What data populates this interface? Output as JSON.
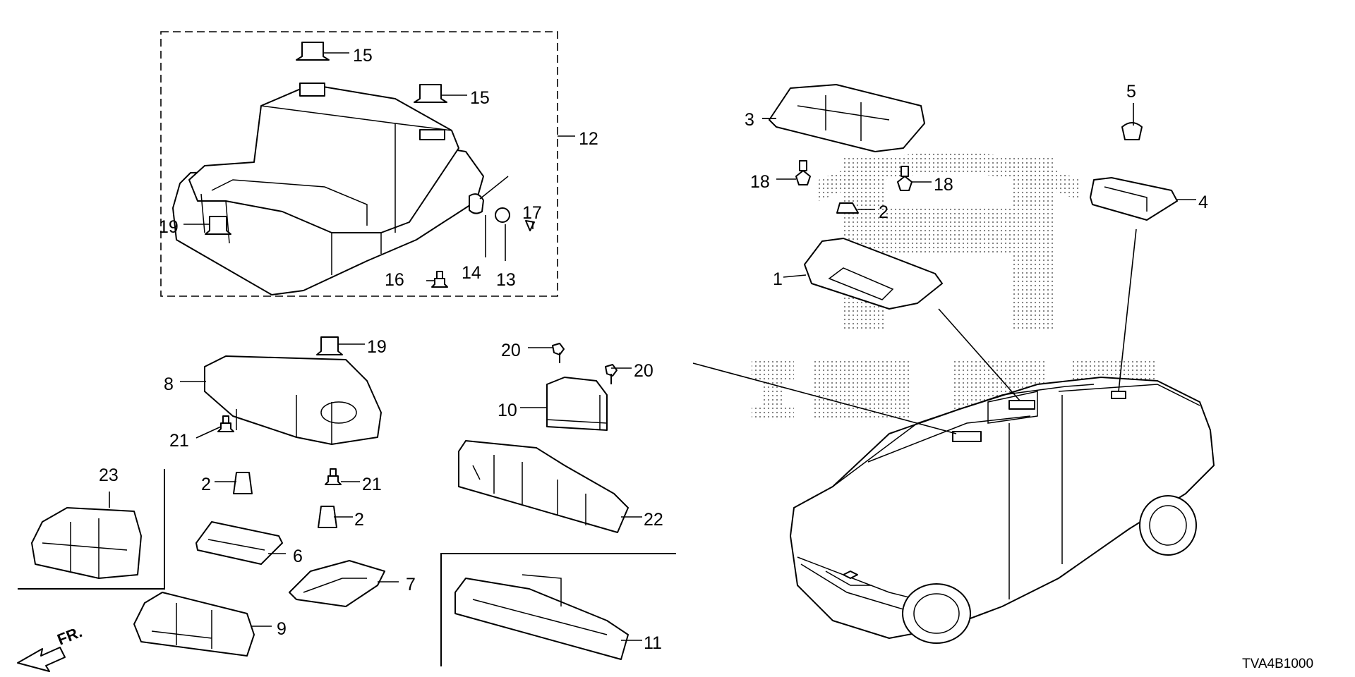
{
  "diagram": {
    "code": "TVA4B1000",
    "front_label": "FR.",
    "callouts": [
      {
        "id": "c1",
        "text": "1"
      },
      {
        "id": "c2a",
        "text": "2"
      },
      {
        "id": "c2b",
        "text": "2"
      },
      {
        "id": "c2c",
        "text": "2"
      },
      {
        "id": "c3",
        "text": "3"
      },
      {
        "id": "c4",
        "text": "4"
      },
      {
        "id": "c5",
        "text": "5"
      },
      {
        "id": "c6",
        "text": "6"
      },
      {
        "id": "c7",
        "text": "7"
      },
      {
        "id": "c8",
        "text": "8"
      },
      {
        "id": "c9",
        "text": "9"
      },
      {
        "id": "c10",
        "text": "10"
      },
      {
        "id": "c11",
        "text": "11"
      },
      {
        "id": "c12",
        "text": "12"
      },
      {
        "id": "c13",
        "text": "13"
      },
      {
        "id": "c14",
        "text": "14"
      },
      {
        "id": "c15a",
        "text": "15"
      },
      {
        "id": "c15b",
        "text": "15"
      },
      {
        "id": "c16",
        "text": "16"
      },
      {
        "id": "c17",
        "text": "17"
      },
      {
        "id": "c18a",
        "text": "18"
      },
      {
        "id": "c18b",
        "text": "18"
      },
      {
        "id": "c19a",
        "text": "19"
      },
      {
        "id": "c19b",
        "text": "19"
      },
      {
        "id": "c20a",
        "text": "20"
      },
      {
        "id": "c20b",
        "text": "20"
      },
      {
        "id": "c21a",
        "text": "21"
      },
      {
        "id": "c21b",
        "text": "21"
      },
      {
        "id": "c22",
        "text": "22"
      },
      {
        "id": "c23",
        "text": "23"
      }
    ]
  }
}
